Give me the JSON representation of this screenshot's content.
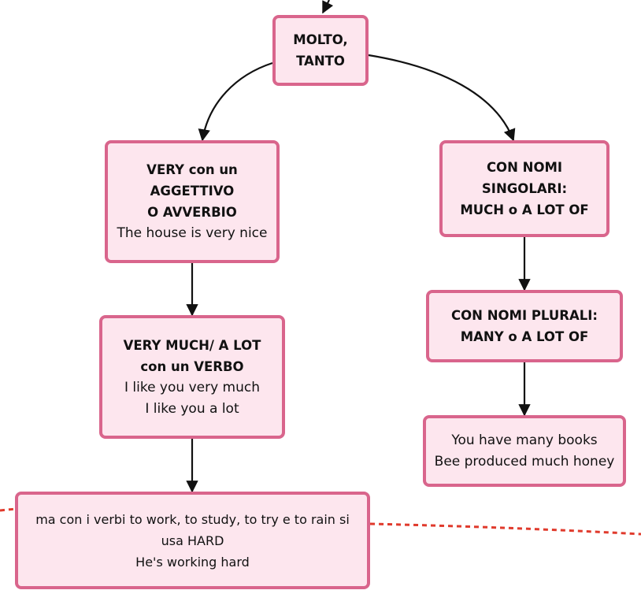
{
  "colors": {
    "node_fill": "#fde6ee",
    "node_border": "#d9658c",
    "arrow": "#111111",
    "dashed_line": "#e03a2c"
  },
  "nodes": {
    "root": {
      "lines": [
        "MOLTO,",
        "TANTO"
      ]
    },
    "very": {
      "bold_lines": [
        "VERY con un",
        "AGGETTIVO",
        "O AVVERBIO"
      ],
      "example": "The house is very nice"
    },
    "singolari": {
      "bold_lines": [
        "CON NOMI",
        "SINGOLARI:",
        "MUCH o A LOT OF"
      ]
    },
    "very_much": {
      "bold_lines": [
        "VERY MUCH/ A LOT",
        "con un VERBO"
      ],
      "examples": [
        "I like you very much",
        "I like you a lot"
      ]
    },
    "plurali": {
      "bold_lines": [
        "CON NOMI PLURALI:",
        "MANY o A LOT OF"
      ]
    },
    "examples_right": {
      "lines": [
        "You have many books",
        "Bee produced much honey"
      ]
    },
    "hard": {
      "lines": [
        "ma con i verbi to work, to study, to try e to rain si",
        "usa HARD",
        "He's working hard"
      ]
    }
  }
}
